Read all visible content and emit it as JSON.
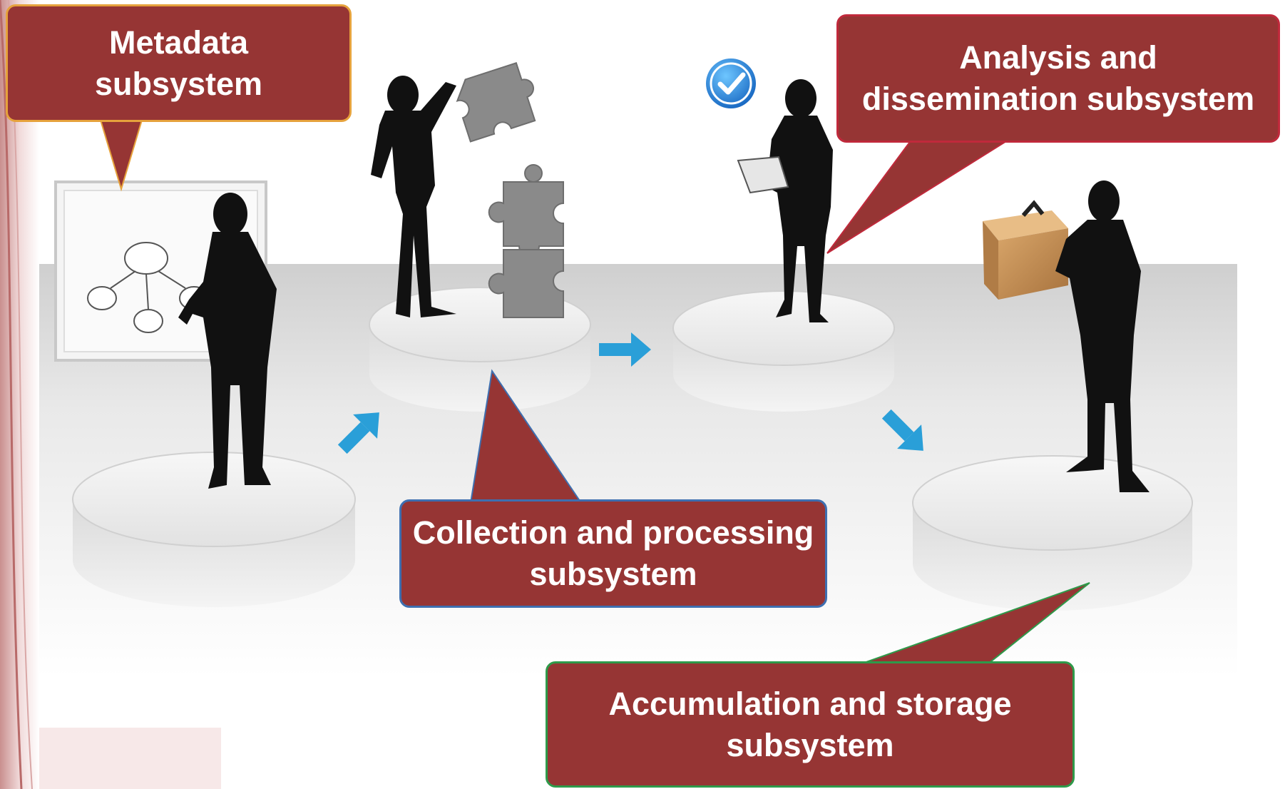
{
  "callouts": {
    "metadata": {
      "line1": "Metadata",
      "line2": "subsystem"
    },
    "analysis": {
      "line1": "Analysis and",
      "line2": "dissemination subsystem"
    },
    "collection": {
      "line1": "Collection and processing",
      "line2": "subsystem"
    },
    "accumulation": {
      "line1": "Accumulation and storage",
      "line2": "subsystem"
    }
  },
  "colors": {
    "callout_fill": "#963534",
    "callout_text": "#ffffff",
    "arrow": "#2a9fd8",
    "silhouette": "#111111",
    "platform": "#e6e6e6",
    "floor": "#d6d6d6"
  },
  "icons": [
    "checkmark-badge-icon",
    "puzzle-piece-icon",
    "cardboard-box-icon",
    "flow-arrow-icon",
    "org-chart-board-icon"
  ]
}
